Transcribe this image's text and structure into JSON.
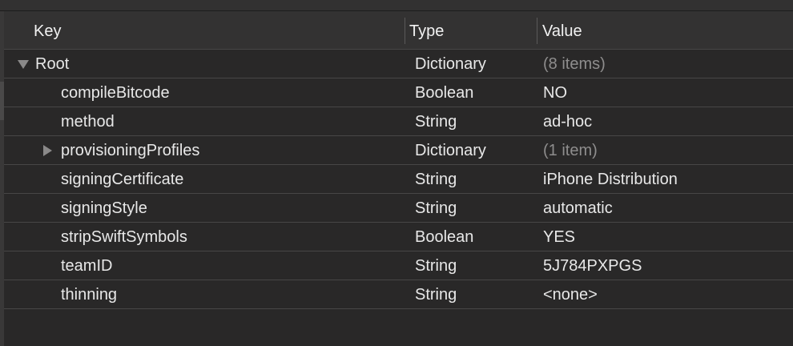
{
  "columns": {
    "key": "Key",
    "type": "Type",
    "value": "Value"
  },
  "rows": [
    {
      "key": "Root",
      "type": "Dictionary",
      "value": "(8 items)",
      "expander": "expanded",
      "level": 0,
      "muted": true
    },
    {
      "key": "compileBitcode",
      "type": "Boolean",
      "value": "NO",
      "level": 1,
      "muted": false
    },
    {
      "key": "method",
      "type": "String",
      "value": "ad-hoc",
      "level": 1,
      "muted": false
    },
    {
      "key": "provisioningProfiles",
      "type": "Dictionary",
      "value": "(1 item)",
      "expander": "collapsed",
      "level": 1,
      "muted": true
    },
    {
      "key": "signingCertificate",
      "type": "String",
      "value": "iPhone Distribution",
      "level": 1,
      "muted": false
    },
    {
      "key": "signingStyle",
      "type": "String",
      "value": "automatic",
      "level": 1,
      "muted": false
    },
    {
      "key": "stripSwiftSymbols",
      "type": "Boolean",
      "value": "YES",
      "level": 1,
      "muted": false
    },
    {
      "key": "teamID",
      "type": "String",
      "value": "5J784PXPGS",
      "level": 1,
      "muted": false
    },
    {
      "key": "thinning",
      "type": "String",
      "value": "<none>",
      "level": 1,
      "muted": false
    }
  ],
  "icons": {
    "expanded": "disclosure-triangle-down-icon",
    "collapsed": "disclosure-triangle-right-icon"
  },
  "colors": {
    "background": "#292828",
    "header": "#333232",
    "muted_text": "#8e8d8d",
    "text": "#e8e8e8",
    "separator": "#474646"
  }
}
